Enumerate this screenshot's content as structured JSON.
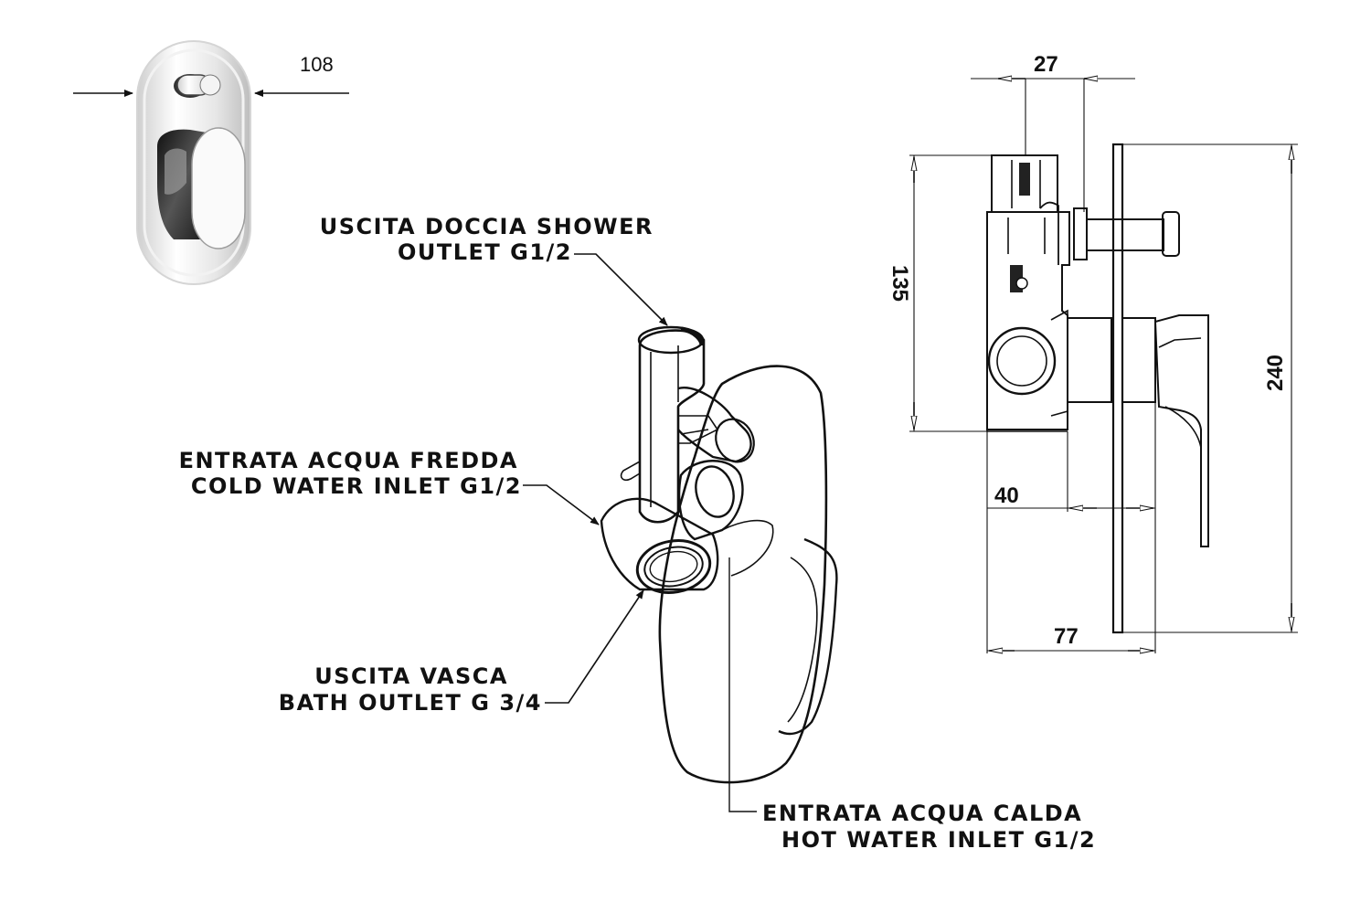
{
  "front_view": {
    "width_dim": "108"
  },
  "labels": {
    "shower_outlet_line1": "USCITA DOCCIA SHOWER",
    "shower_outlet_line2": "OUTLET  G1/2",
    "cold_inlet_line1": "ENTRATA ACQUA FREDDA",
    "cold_inlet_line2": "COLD WATER INLET  G1/2",
    "bath_outlet_line1": "USCITA VASCA",
    "bath_outlet_line2": "BATH OUTLET G 3/4",
    "hot_inlet_line1": "ENTRATA ACQUA CALDA",
    "hot_inlet_line2": "HOT WATER INLET G1/2"
  },
  "side_view": {
    "dim_top": "27",
    "dim_body_height": "135",
    "dim_total_height": "240",
    "dim_depth_short": "40",
    "dim_depth_total": "77"
  }
}
